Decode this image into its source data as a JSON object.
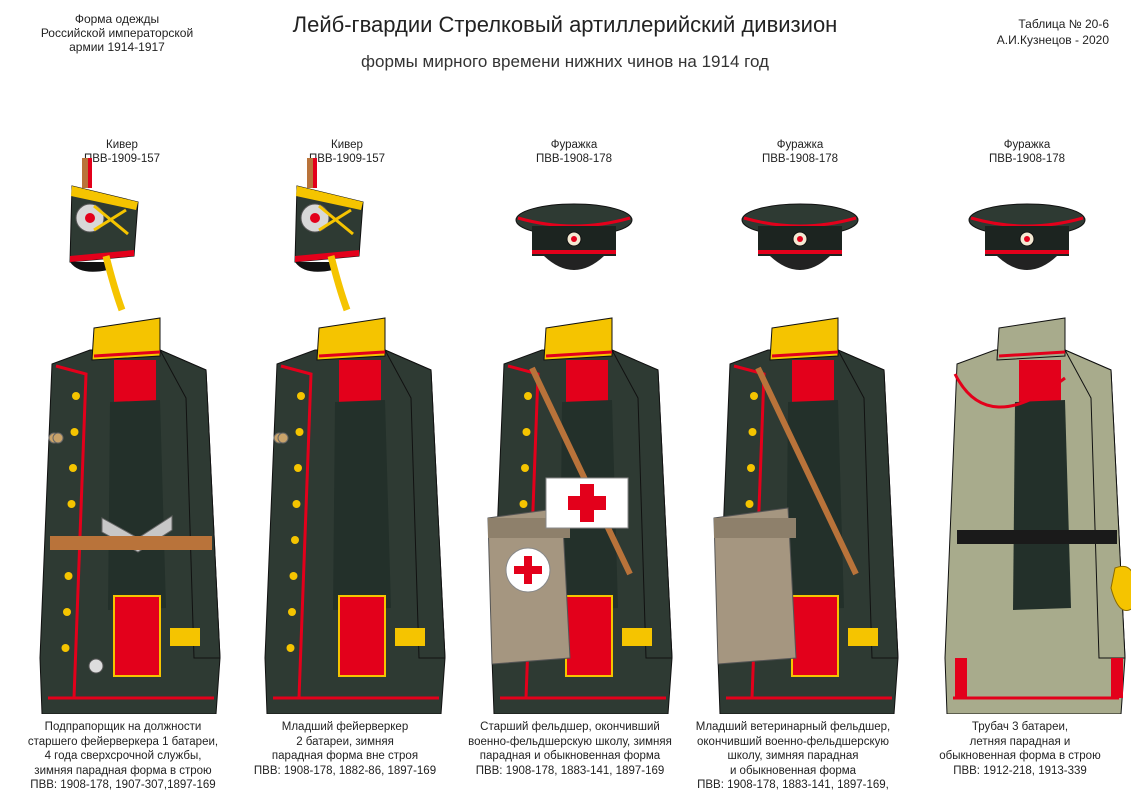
{
  "header": {
    "left_lines": [
      "Форма одежды",
      "Российской императорской",
      "армии  1914-1917"
    ],
    "title": "Лейб-гвардии Стрелковый артиллерийский дивизион",
    "subtitle": "формы мирного времени нижних чинов  на 1914 год",
    "right_lines": [
      "Таблица № 20-6",
      "А.И.Кузнецов - 2020"
    ]
  },
  "colors": {
    "tunic_dark_green": "#2e3a33",
    "piping_red": "#e3001b",
    "collar_yellow": "#f5c400",
    "khaki": "#a8ab8c",
    "leather_brown": "#b9733a",
    "bag_canvas": "#a59680"
  },
  "figures": [
    {
      "headwear_lines": [
        "Кивер",
        "ПВВ-1909-157"
      ],
      "headwear_type": "shako",
      "tunic": "dark-green",
      "caption_lines": [
        "Подпрапорщик на должности",
        "старшего фейерверкера 1 батареи,",
        "4 года сверхсрочной службы,",
        "зимняя парадная форма в строю",
        "ПВВ: 1908-178, 1907-307,1897-169"
      ]
    },
    {
      "headwear_lines": [
        "Кивер",
        "ПВВ-1909-157"
      ],
      "headwear_type": "shako",
      "tunic": "dark-green",
      "caption_lines": [
        "Младший фейерверкер",
        "2 батареи,   зимняя",
        "парадная форма вне строя",
        "ПВВ: 1908-178, 1882-86,  1897-169"
      ]
    },
    {
      "headwear_lines": [
        "Фуражка",
        "ПВВ-1908-178"
      ],
      "headwear_type": "cap",
      "tunic": "dark-green",
      "caption_lines": [
        "Старший фельдшер, окончивший",
        "военно-фельдшерскую школу, зимняя",
        "парадная и обыкновенная форма",
        "ПВВ: 1908-178, 1883-141, 1897-169"
      ]
    },
    {
      "headwear_lines": [
        "Фуражка",
        "ПВВ-1908-178"
      ],
      "headwear_type": "cap",
      "tunic": "dark-green",
      "caption_lines": [
        "Младший ветеринарный фельдшер,",
        "окончивший военно-фельдшерскую",
        "школу, зимняя парадная",
        "и обыкновенная форма",
        "ПВВ: 1908-178, 1883-141, 1897-169,"
      ]
    },
    {
      "headwear_lines": [
        "Фуражка",
        "ПВВ-1908-178"
      ],
      "headwear_type": "cap",
      "tunic": "khaki",
      "caption_lines": [
        "Трубач  3 батареи,",
        "летняя парадная и",
        "обыкновенная форма в строю",
        "ПВВ: 1912-218, 1913-339"
      ]
    }
  ]
}
